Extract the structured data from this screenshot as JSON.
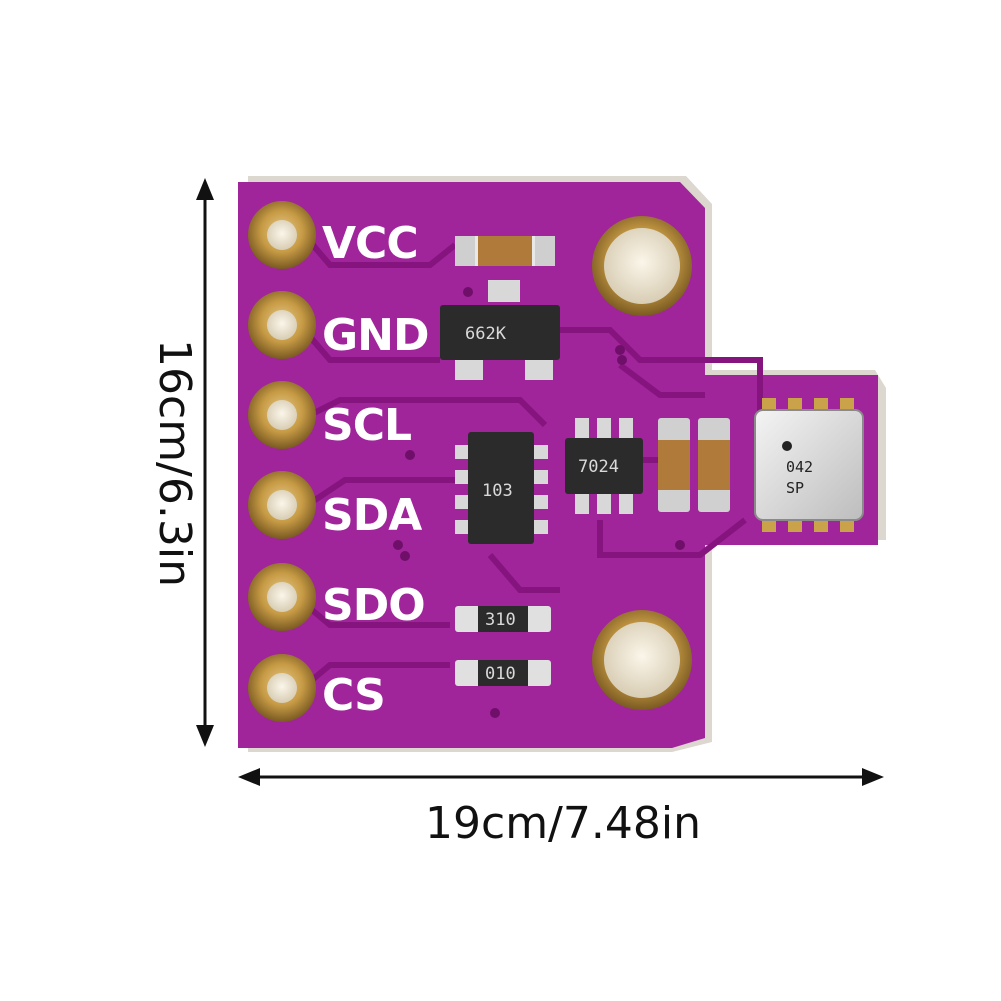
{
  "board": {
    "pins": [
      "VCC",
      "GND",
      "SCL",
      "SDA",
      "SDO",
      "CS"
    ],
    "regulator_marking": "662K",
    "resistor_array_marking": "103",
    "mosfet_marking": "7024",
    "resistor_markings": [
      "310",
      "010"
    ],
    "sensor_markings": [
      "042",
      "SP"
    ]
  },
  "dimensions": {
    "height_label": "16cm/6.3in",
    "width_label": "19cm/7.48in"
  },
  "colors": {
    "pcb": "#a0249a",
    "pad_gold": "#c9a24a",
    "background": "#ffffff"
  }
}
